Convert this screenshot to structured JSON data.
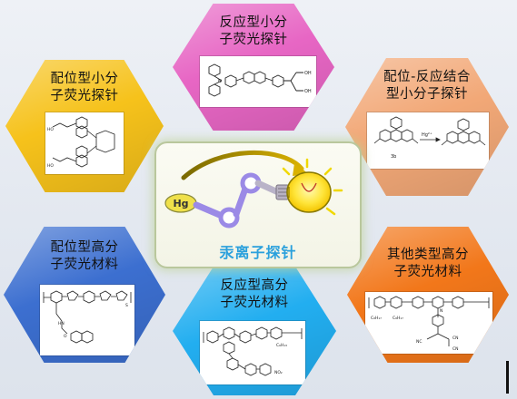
{
  "center": {
    "title": "汞离子探针",
    "hg_label": "Hg"
  },
  "categories": {
    "top": {
      "line1": "反应型小分",
      "line2": "子荧光探针",
      "color": "#e766c4"
    },
    "upper_left": {
      "line1": "配位型小分",
      "line2": "子荧光探针",
      "color": "#f6c21b"
    },
    "upper_right": {
      "line1": "配位-反应结合",
      "line2": "型小分子探针",
      "color": "#f2a877"
    },
    "lower_left": {
      "line1": "配位型高分",
      "line2": "子荧光材料",
      "color": "#3c6fd0"
    },
    "bottom": {
      "line1": "反应型高分",
      "line2": "子荧光材料",
      "color": "#22aef0"
    },
    "lower_right": {
      "line1": "其他类型高分",
      "line2": "子荧光材料",
      "color": "#f2771a"
    }
  },
  "structure_labels": {
    "hg_ion": "Hg²⁺",
    "c8h17_a": "C₈H₁₇",
    "c8h17_b": "C₈H₁₇",
    "c6h13": "C₆H₁₃",
    "cn_a": "NC",
    "cn_b": "CN",
    "cn_c": "CN",
    "no2": "NO₂",
    "oh": "OH",
    "s": "S",
    "n": "N",
    "compound_3b": "3b"
  }
}
